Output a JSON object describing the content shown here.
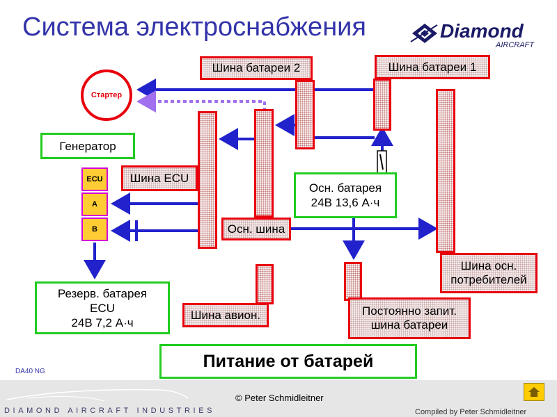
{
  "title": "Система электроснабжения",
  "logo": {
    "brand": "Diamond",
    "sub": "AIRCRAFT"
  },
  "starter": "Стартер",
  "generator": "Генератор",
  "ecu_box": {
    "ecu": "ECU",
    "a": "A",
    "b": "B"
  },
  "buses": {
    "bat2": "Шина батареи 2",
    "bat1": "Шина батареи 1",
    "ecu": "Шина ECU",
    "main": "Осн. шина",
    "consumers": [
      "Шина осн.",
      "потребителей"
    ],
    "avionics": "Шина авион.",
    "hot": [
      "Постоянно запит.",
      "шина батареи"
    ]
  },
  "main_battery": [
    "Осн. батарея",
    "24В 13,6 А·ч"
  ],
  "backup_battery": [
    "Резерв. батарея",
    "ECU",
    "24В 7,2 А·ч"
  ],
  "caption": "Питание от батарей",
  "footer": {
    "model": "DA40 NG",
    "company": "DIAMOND AIRCRAFT INDUSTRIES",
    "copyright": "© Peter Schmidleitner",
    "compiled": "Compiled by Peter Schmidleitner"
  },
  "colors": {
    "bus_border": "#e8000c",
    "battery_border": "#22cc22",
    "wire": "#2222cc",
    "wire_dotted": "#a070ee",
    "title": "#3333aa"
  }
}
